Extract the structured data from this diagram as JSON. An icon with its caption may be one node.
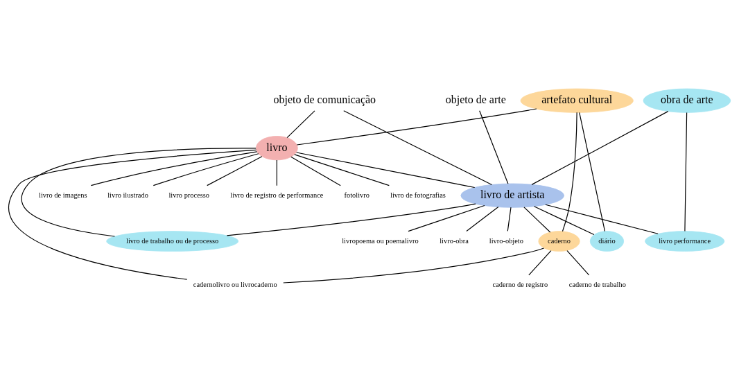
{
  "diagram": {
    "nodes": [
      {
        "text": [
          "artefato cultural"
        ]
      },
      {
        "text": [
          "objeto de comunicação"
        ]
      },
      {
        "text": [
          "objeto de arte"
        ]
      },
      {
        "text": [
          "obra de arte"
        ]
      },
      {
        "text": [
          "livro"
        ]
      },
      {
        "text": [
          "livro de artista"
        ]
      },
      {
        "text": [
          "diário"
        ]
      },
      {
        "text": [
          "caderno"
        ]
      },
      {
        "text": [
          "livro de imagens"
        ]
      },
      {
        "text": [
          "livro ilustrado"
        ]
      },
      {
        "text": [
          "livropoema ou poemalivro"
        ]
      },
      {
        "text": [
          "livro-obra"
        ]
      },
      {
        "text": [
          "livro performance"
        ]
      },
      {
        "text": [
          "caderno de trabalho"
        ]
      },
      {
        "text": [
          "cadernolivro ou livrocaderno"
        ]
      },
      {
        "text": [
          "livro processo"
        ]
      },
      {
        "text": [
          "livro de registro de performance"
        ]
      },
      {
        "text": [
          "fotolivro"
        ]
      },
      {
        "text": [
          "caderno de registro"
        ]
      },
      {
        "text": [
          "livro-objeto"
        ]
      },
      {
        "text": [
          "livro de trabalho ou de processo"
        ]
      },
      {
        "text": [
          "livro de fotografias"
        ]
      }
    ],
    "edges": [
      {
        "from": 0,
        "to": 4,
        "arrow": "none"
      },
      {
        "from": 0,
        "to": 6,
        "arrow": "none"
      },
      {
        "from": 0,
        "to": 7,
        "arrow": "none"
      },
      {
        "from": 1,
        "to": 4,
        "arrow": "none"
      },
      {
        "from": 1,
        "to": 5,
        "arrow": "none"
      },
      {
        "from": 2,
        "to": 5,
        "arrow": "none"
      },
      {
        "from": 3,
        "to": 5,
        "arrow": "none"
      },
      {
        "from": 3,
        "to": 12,
        "arrow": "none"
      },
      {
        "from": 4,
        "to": 5,
        "arrow": "none"
      },
      {
        "from": 5,
        "to": 6,
        "arrow": "none"
      },
      {
        "from": 5,
        "to": 7,
        "arrow": "none"
      },
      {
        "from": 7,
        "to": 13,
        "arrow": "none"
      },
      {
        "from": 7,
        "to": 18,
        "arrow": "none"
      },
      {
        "from": 7,
        "to": 14,
        "arrow": "none"
      },
      {
        "from": 4,
        "to": 14,
        "arrow": "none"
      },
      {
        "from": 4,
        "to": 17,
        "arrow": "none"
      },
      {
        "from": 4,
        "to": 21,
        "arrow": "none"
      },
      {
        "from": 4,
        "to": 16,
        "arrow": "none"
      },
      {
        "from": 4,
        "to": 15,
        "arrow": "none"
      },
      {
        "from": 4,
        "to": 20,
        "arrow": "none"
      },
      {
        "from": 4,
        "to": 9,
        "arrow": "none"
      },
      {
        "from": 4,
        "to": 8,
        "arrow": "none"
      },
      {
        "from": 5,
        "to": 20,
        "arrow": "none"
      },
      {
        "from": 5,
        "to": 19,
        "arrow": "none"
      },
      {
        "from": 5,
        "to": 10,
        "arrow": "none"
      },
      {
        "from": 5,
        "to": 11,
        "arrow": "none"
      },
      {
        "from": 5,
        "to": 12,
        "arrow": "none"
      }
    ]
  }
}
